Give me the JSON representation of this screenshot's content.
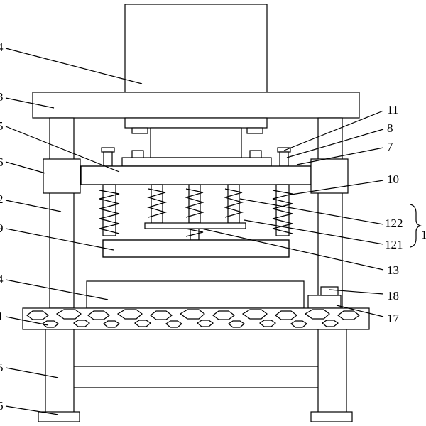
{
  "diagram": {
    "kind": "mechanical-press-drawing",
    "callouts": {
      "c4_top": "4",
      "c3": "3",
      "c5_plate": "5",
      "c6_block": "6",
      "c2": "2",
      "c9": "9",
      "c4_lower": "4",
      "c1": "1",
      "c5_frame": "5",
      "c6_foot": "6",
      "c11": "11",
      "c8": "8",
      "c7": "7",
      "c10": "10",
      "c122": "122",
      "c121": "121",
      "c12": "1",
      "c13": "13",
      "c18": "18",
      "c17": "17"
    }
  }
}
